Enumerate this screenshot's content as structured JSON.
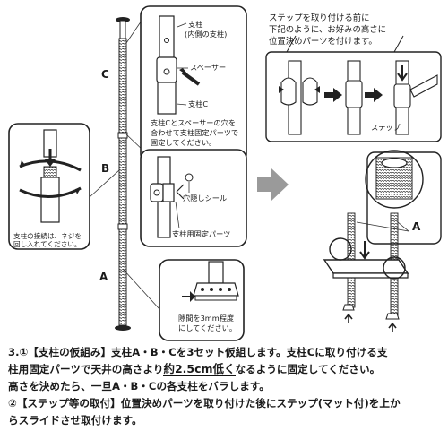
{
  "labels": {
    "pole_c": "C",
    "pole_b": "B",
    "pole_a": "A"
  },
  "callout_top": {
    "post_line1": "支柱",
    "post_line2": "(内側の支柱)",
    "spacer": "スペーサー",
    "post_c": "支柱C",
    "note_line1": "支柱Cとスペーサーの穴を",
    "note_line2": "合わせて支柱固定パーツで",
    "note_line3": "固定してください。"
  },
  "callout_mid": {
    "seal": "穴隠しシール",
    "fixing_part": "支柱用固定パーツ"
  },
  "callout_bottom": {
    "line1": "隙間を3mm程度",
    "line2": "にしてください。"
  },
  "callout_left": {
    "line1": "支柱の接続は、ネジを",
    "line2": "回し入れてください。"
  },
  "step_panel": {
    "note_line1": "ステップを取り付ける前に",
    "note_line2": "下記のように、お好みの高さに",
    "note_line3": "位置決めパーツを付けます。",
    "step": "ステップ"
  },
  "assembly_labels": {
    "a": "A"
  },
  "instructions": {
    "num": "3.",
    "l1_a": "①【支柱の仮組み】支柱A・B・Cを3セット仮組します。支柱Cに取り付ける支",
    "l2_a": "柱用固定パーツで天井の高さより",
    "l2_em": "約2.5cm低く",
    "l2_b": "なるように固定してください。",
    "l3": "高さを決めたら、一旦A・B・Cの各支柱をバラします。",
    "l4": "②【ステップ等の取付】位置決めパーツを取り付けた後にステップ(マット付)を上か",
    "l5": "らスライドさせ取付けます。"
  }
}
